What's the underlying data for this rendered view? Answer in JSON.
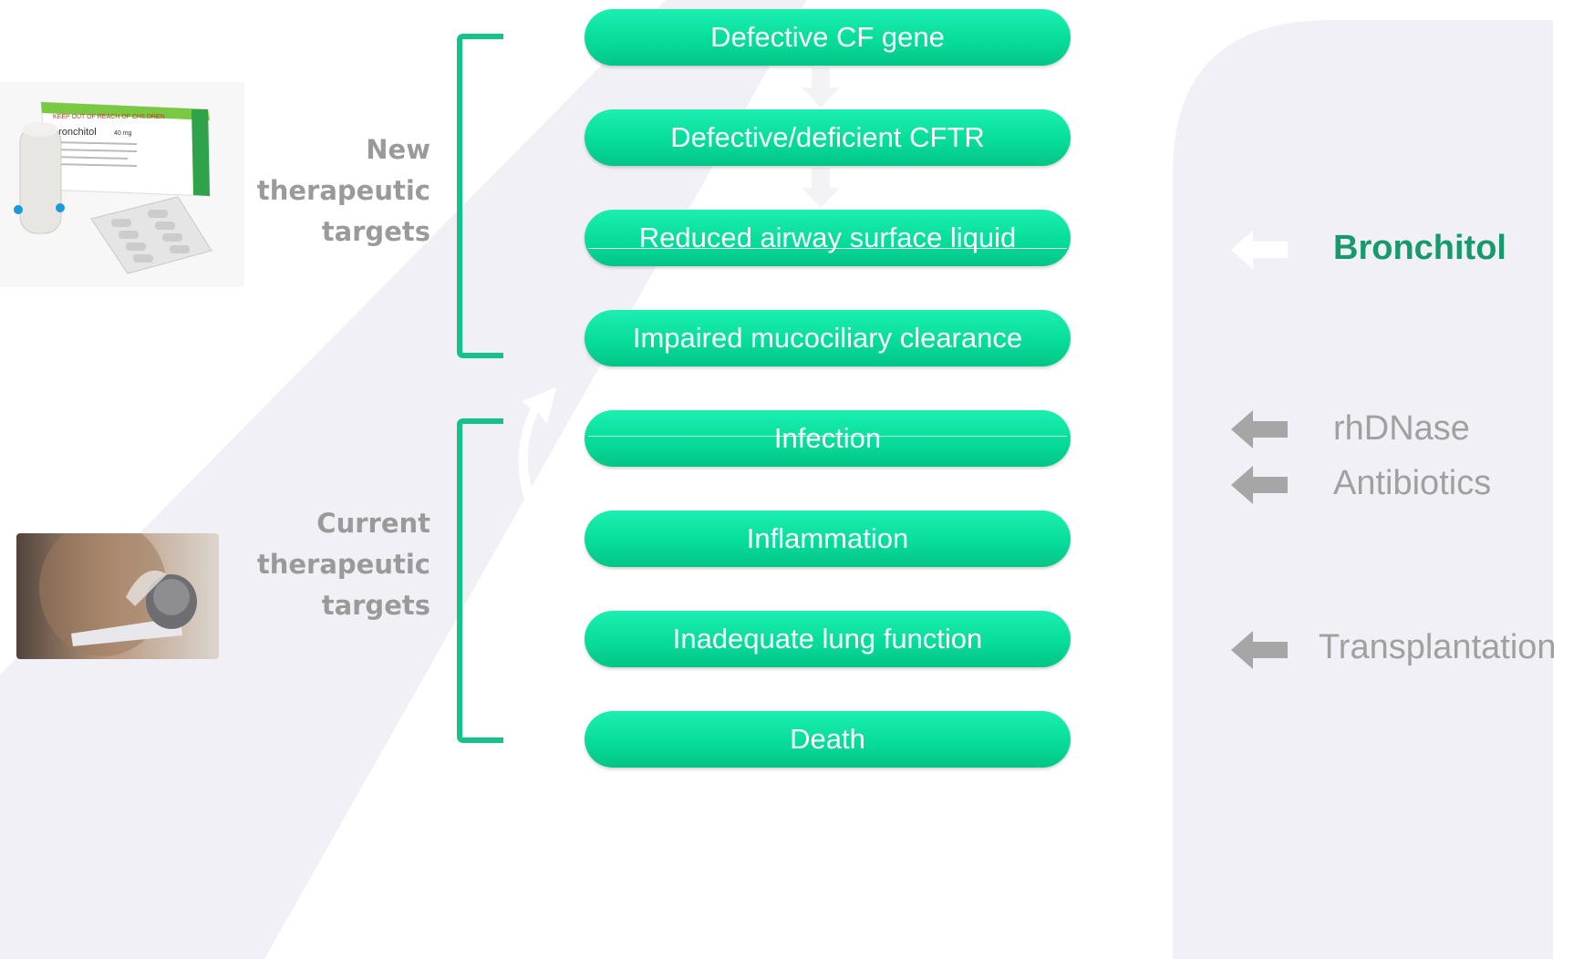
{
  "diagram": {
    "steps": [
      {
        "label": "Defective CF gene"
      },
      {
        "label": "Defective/deficient CFTR"
      },
      {
        "label": "Reduced airway surface liquid"
      },
      {
        "label": "Impaired mucociliary clearance"
      },
      {
        "label": "Infection"
      },
      {
        "label": "Inflammation"
      },
      {
        "label": "Inadequate lung function"
      },
      {
        "label": "Death"
      }
    ],
    "groups": {
      "new": {
        "line1": "New",
        "line2": "therapeutic",
        "line3": "targets"
      },
      "current": {
        "line1": "Current",
        "line2": "therapeutic",
        "line3": "targets"
      }
    },
    "treatments": {
      "bronchitol": "Bronchitol",
      "rhdnase": "rhDNase",
      "antibiotics": "Antibiotics",
      "transplantation": "Transplantation"
    },
    "product_image": {
      "brand_text": "bronchitol",
      "dose_text": "40 mg",
      "warning_text": "KEEP OUT OF REACH OF CHILDREN"
    }
  },
  "colors": {
    "step_fill": "#07dd9b",
    "bracket": "#13c38a",
    "primary_treatment": "#16996b",
    "muted_text": "#9a9a9a",
    "arrow_grey": "#a6a6a6"
  }
}
